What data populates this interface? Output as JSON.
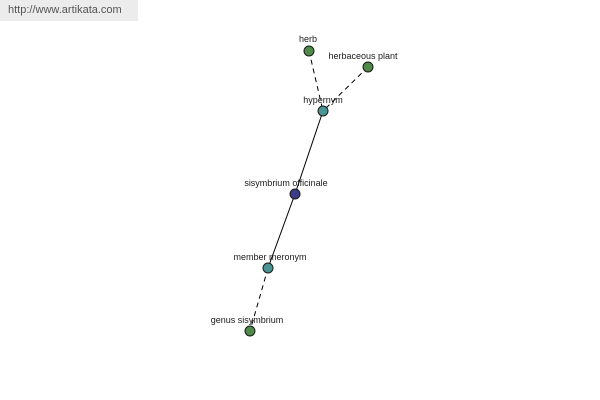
{
  "site": {
    "url": "http://www.artikata.com"
  },
  "graph": {
    "nodes": [
      {
        "id": "herb",
        "label": "herb",
        "color": "#4e8a48"
      },
      {
        "id": "herbaceous_plant",
        "label": "herbaceous plant",
        "color": "#4e8a48"
      },
      {
        "id": "hypernym",
        "label": "hypernym",
        "color": "#4a9494"
      },
      {
        "id": "sisymbrium_officinale",
        "label": "sisymbrium officinale",
        "color": "#3c3c88"
      },
      {
        "id": "member_meronym",
        "label": "member meronym",
        "color": "#4a9494"
      },
      {
        "id": "genus_sisymbrium",
        "label": "genus sisymbrium",
        "color": "#4e8a48"
      }
    ],
    "edges": [
      {
        "from": "herb",
        "to": "hypernym",
        "style": "dashed"
      },
      {
        "from": "herbaceous_plant",
        "to": "hypernym",
        "style": "dashed"
      },
      {
        "from": "hypernym",
        "to": "sisymbrium_officinale",
        "style": "solid"
      },
      {
        "from": "sisymbrium_officinale",
        "to": "member_meronym",
        "style": "solid"
      },
      {
        "from": "member_meronym",
        "to": "genus_sisymbrium",
        "style": "dashed"
      }
    ]
  }
}
